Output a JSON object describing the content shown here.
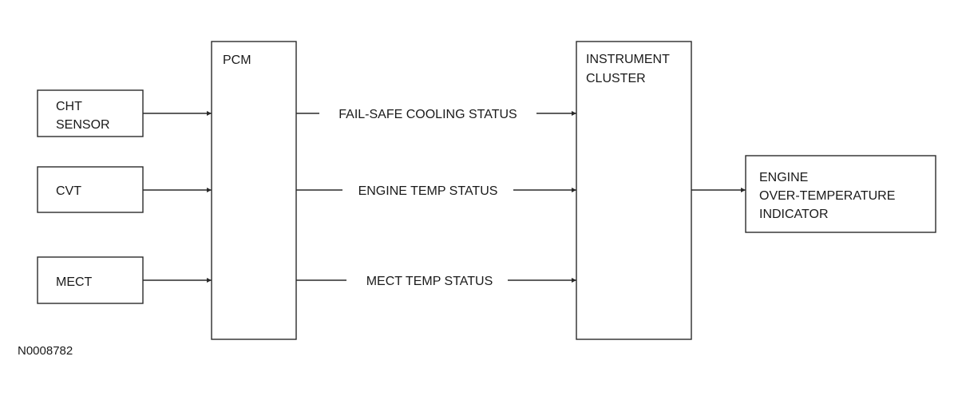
{
  "boxes": {
    "cht_sensor": {
      "lines": [
        "CHT",
        "SENSOR"
      ]
    },
    "cvt": {
      "lines": [
        "CVT"
      ]
    },
    "mect": {
      "lines": [
        "MECT"
      ]
    },
    "pcm": {
      "lines": [
        "PCM"
      ]
    },
    "instrument_cluster": {
      "lines": [
        "INSTRUMENT",
        "CLUSTER"
      ]
    },
    "engine_indicator": {
      "lines": [
        "ENGINE",
        "OVER-TEMPERATURE",
        "INDICATOR"
      ]
    }
  },
  "signals": {
    "fail_safe": "FAIL-SAFE COOLING STATUS",
    "engine_temp": "ENGINE TEMP STATUS",
    "mect_temp": "MECT TEMP STATUS"
  },
  "figure_id": "N0008782"
}
